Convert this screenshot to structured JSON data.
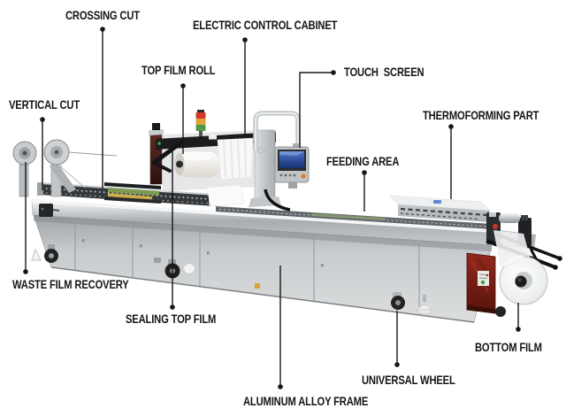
{
  "figure": {
    "type": "annotated-machine-diagram",
    "subject": "thermoforming-packaging-machine",
    "background": "#ffffff"
  },
  "labels": [
    {
      "id": "crossing-cut",
      "text": "CROSSING CUT"
    },
    {
      "id": "electric-control-cabinet",
      "text": "ELECTRIC CONTROL CABINET"
    },
    {
      "id": "top-film-roll",
      "text": "TOP FILM ROLL"
    },
    {
      "id": "touch-screen",
      "text": "TOUCH  SCREEN"
    },
    {
      "id": "vertical-cut",
      "text": "VERTICAL CUT"
    },
    {
      "id": "thermoforming-part",
      "text": "THERMOFORMING PART"
    },
    {
      "id": "feeding-area",
      "text": "FEEDING AREA"
    },
    {
      "id": "waste-film-recovery",
      "text": "WASTE FILM RECOVERY"
    },
    {
      "id": "sealing-top-film",
      "text": "SEALING TOP FILM"
    },
    {
      "id": "bottom-film",
      "text": "BOTTOM FILM"
    },
    {
      "id": "universal-wheel",
      "text": "UNIVERSAL WHEEL"
    },
    {
      "id": "aluminum-alloy-frame",
      "text": "ALUMINUM ALLOY FRAME"
    }
  ],
  "palette": {
    "label_text": "#161616",
    "leader_line": "#161616",
    "machine_steel": "#c6cacd",
    "tower_light_red": "#cf382b",
    "tower_light_yellow": "#e2a23b",
    "tower_light_green": "#4f9a47",
    "touch_screen_blue": "#2f55b0",
    "electric_panel_red": "#7e2015",
    "film_white": "#f5f4f0"
  }
}
